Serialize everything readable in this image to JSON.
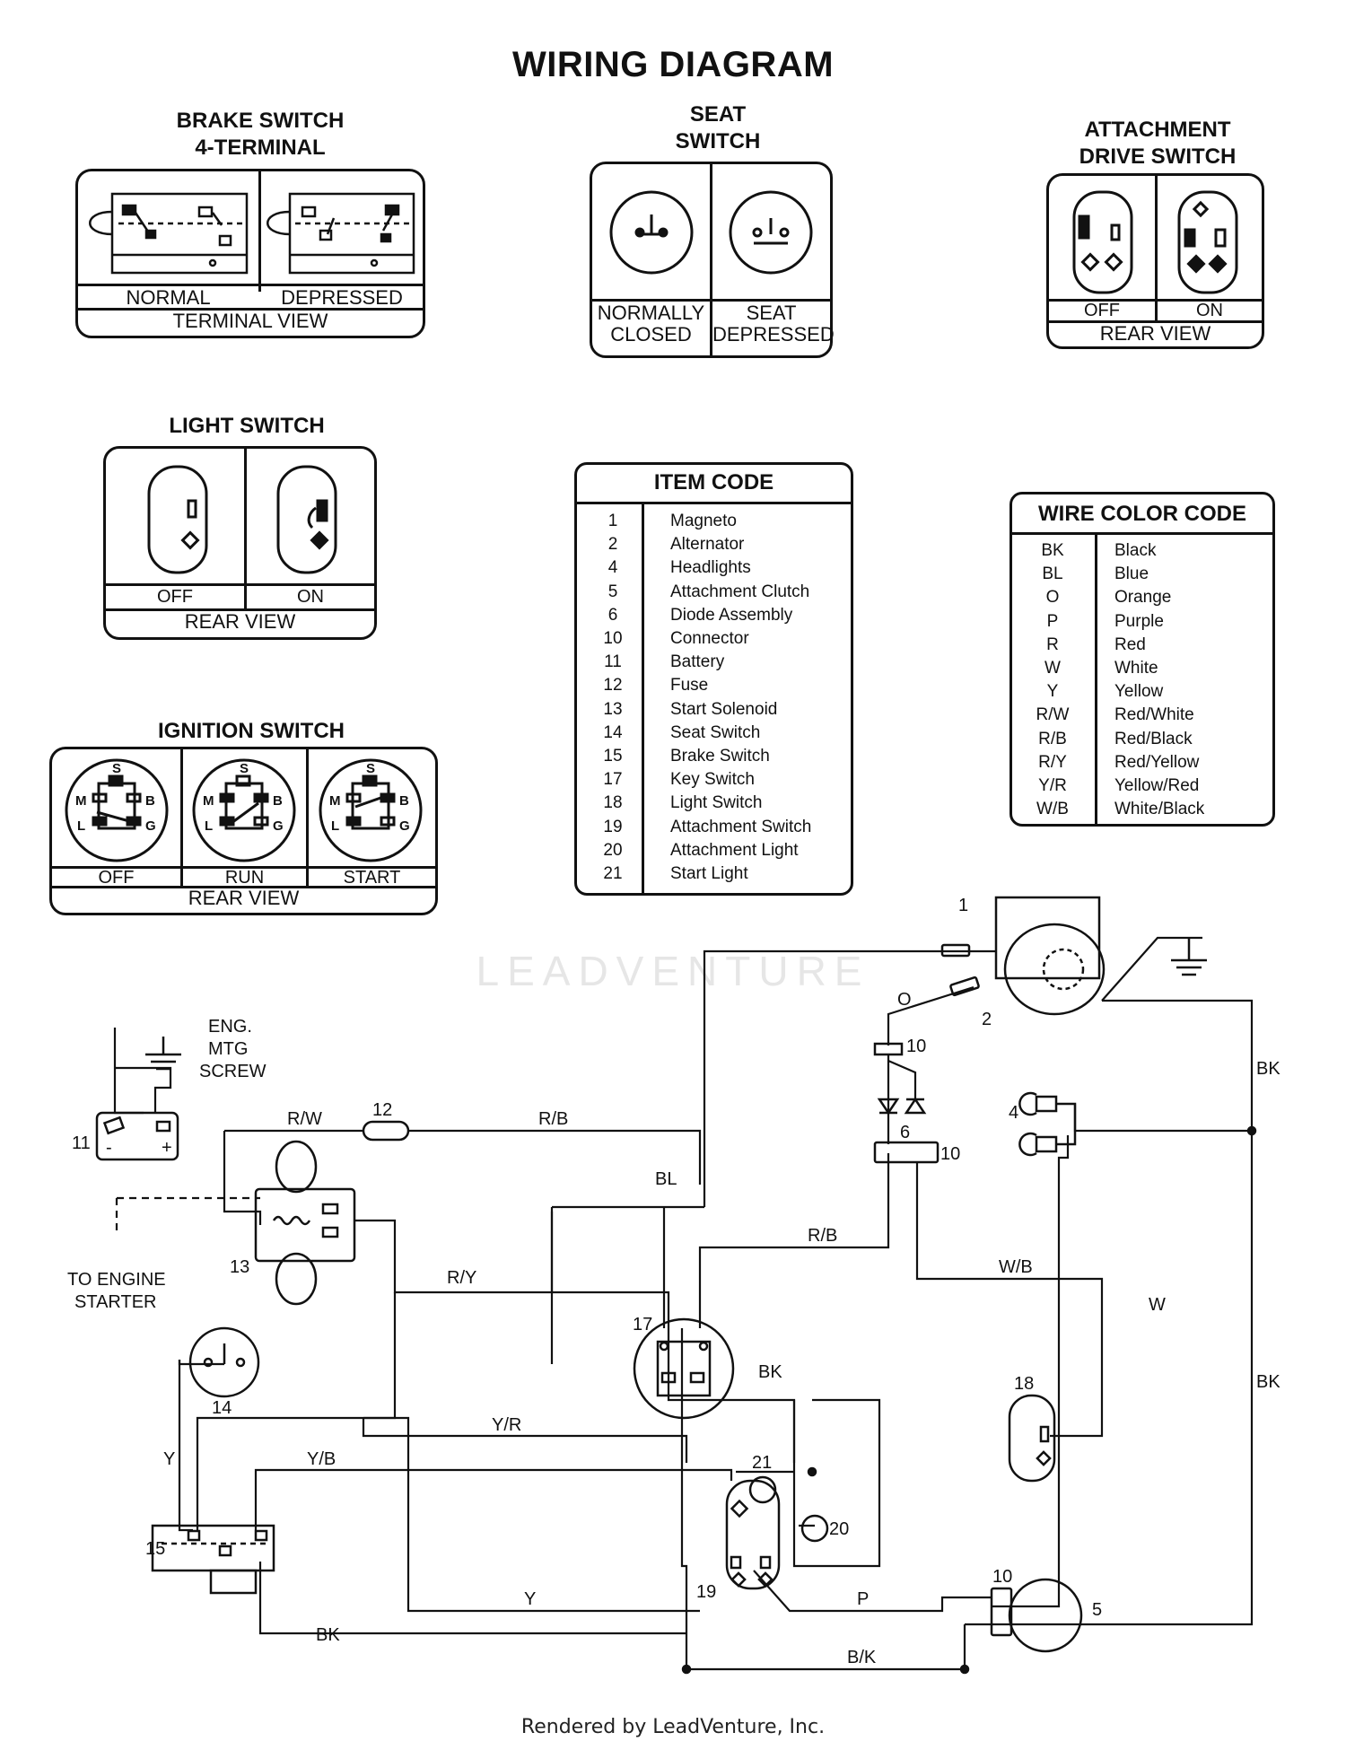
{
  "title": "WIRING DIAGRAM",
  "footer": "Rendered by LeadVenture, Inc.",
  "watermark": "LEADVENTURE",
  "brake_switch": {
    "title_line1": "BRAKE SWITCH",
    "title_line2": "4-TERMINAL",
    "left": "NORMAL",
    "right": "DEPRESSED",
    "view": "TERMINAL VIEW"
  },
  "seat_switch": {
    "title_line1": "SEAT",
    "title_line2": "SWITCH",
    "left_line1": "NORMALLY",
    "left_line2": "CLOSED",
    "right_line1": "SEAT",
    "right_line2": "DEPRESSED"
  },
  "attachment_switch": {
    "title_line1": "ATTACHMENT",
    "title_line2": "DRIVE SWITCH",
    "left": "OFF",
    "right": "ON",
    "view": "REAR VIEW"
  },
  "light_switch": {
    "title": "LIGHT SWITCH",
    "left": "OFF",
    "right": "ON",
    "view": "REAR VIEW"
  },
  "ignition_switch": {
    "title": "IGNITION SWITCH",
    "positions": [
      "OFF",
      "RUN",
      "START"
    ],
    "view": "REAR VIEW",
    "terminals": [
      "S",
      "M",
      "B",
      "L",
      "G"
    ]
  },
  "item_code": {
    "title": "ITEM CODE",
    "items": [
      {
        "num": "1",
        "name": "Magneto"
      },
      {
        "num": "2",
        "name": "Alternator"
      },
      {
        "num": "4",
        "name": "Headlights"
      },
      {
        "num": "5",
        "name": "Attachment Clutch"
      },
      {
        "num": "6",
        "name": "Diode Assembly"
      },
      {
        "num": "10",
        "name": "Connector"
      },
      {
        "num": "11",
        "name": "Battery"
      },
      {
        "num": "12",
        "name": "Fuse"
      },
      {
        "num": "13",
        "name": "Start Solenoid"
      },
      {
        "num": "14",
        "name": "Seat Switch"
      },
      {
        "num": "15",
        "name": "Brake Switch"
      },
      {
        "num": "17",
        "name": "Key Switch"
      },
      {
        "num": "18",
        "name": "Light Switch"
      },
      {
        "num": "19",
        "name": "Attachment Switch"
      },
      {
        "num": "20",
        "name": "Attachment Light"
      },
      {
        "num": "21",
        "name": "Start Light"
      }
    ]
  },
  "wire_color_code": {
    "title": "WIRE COLOR CODE",
    "items": [
      {
        "code": "BK",
        "color": "Black"
      },
      {
        "code": "BL",
        "color": "Blue"
      },
      {
        "code": "O",
        "color": "Orange"
      },
      {
        "code": "P",
        "color": "Purple"
      },
      {
        "code": "R",
        "color": "Red"
      },
      {
        "code": "W",
        "color": "White"
      },
      {
        "code": "Y",
        "color": "Yellow"
      },
      {
        "code": "R/W",
        "color": "Red/White"
      },
      {
        "code": "R/B",
        "color": "Red/Black"
      },
      {
        "code": "R/Y",
        "color": "Red/Yellow"
      },
      {
        "code": "Y/R",
        "color": "Yellow/Red"
      },
      {
        "code": "W/B",
        "color": "White/Black"
      }
    ]
  },
  "schematic": {
    "eng_line1": "ENG.",
    "eng_line2": "MTG",
    "eng_line3": "SCREW",
    "to_engine_line1": "TO ENGINE",
    "to_engine_line2": "STARTER",
    "plus": "+",
    "minus": "-",
    "wires": {
      "rw": "R/W",
      "rb_top": "R/B",
      "bl": "BL",
      "ry": "R/Y",
      "rb_mid": "R/B",
      "wb": "W/B",
      "w": "W",
      "bk_right_top": "BK",
      "bk_right_bottom": "BK",
      "o": "O",
      "bk_mid": "BK",
      "yr": "Y/R",
      "yb": "Y/B",
      "y_left": "Y",
      "y_bottom": "Y",
      "bk_bottom": "BK",
      "p": "P",
      "bk_b": "B/K"
    },
    "components": {
      "c1": "1",
      "c2": "2",
      "c4": "4",
      "c5": "5",
      "c6": "6",
      "c10_top": "10",
      "c10_mid": "10",
      "c10_bottom": "10",
      "c11": "11",
      "c12": "12",
      "c13": "13",
      "c14": "14",
      "c15": "15",
      "c17": "17",
      "c18": "18",
      "c19": "19",
      "c20": "20",
      "c21": "21"
    }
  }
}
